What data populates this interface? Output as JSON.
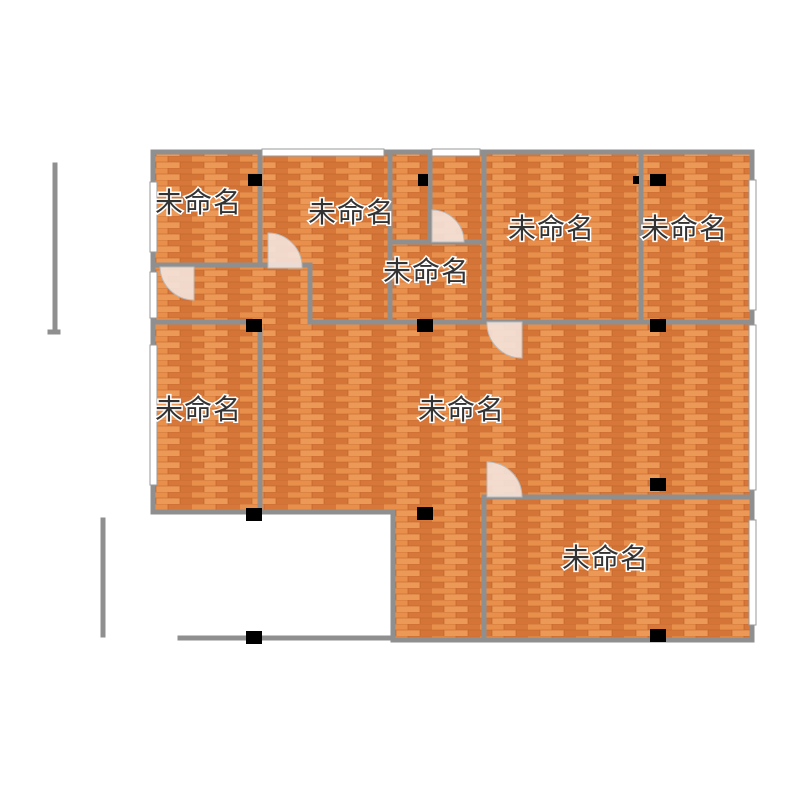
{
  "plan": {
    "colors": {
      "floor_base": "#e0803e",
      "floor_light": "#ee9a5a",
      "floor_dark": "#c96a2c",
      "wall": "#8f8f8f",
      "column": "#000000",
      "door_fill": "#f4e3dc",
      "window": "#ffffff",
      "label": "#333333"
    },
    "rooms": [
      {
        "id": "r1",
        "label": "未命名"
      },
      {
        "id": "r2",
        "label": "未命名"
      },
      {
        "id": "r3",
        "label": "未命名"
      },
      {
        "id": "r4",
        "label": "未命名"
      },
      {
        "id": "r5",
        "label": "未命名"
      },
      {
        "id": "r6",
        "label": "未命名"
      },
      {
        "id": "r7",
        "label": "未命名"
      },
      {
        "id": "r8",
        "label": "未命名"
      }
    ]
  }
}
